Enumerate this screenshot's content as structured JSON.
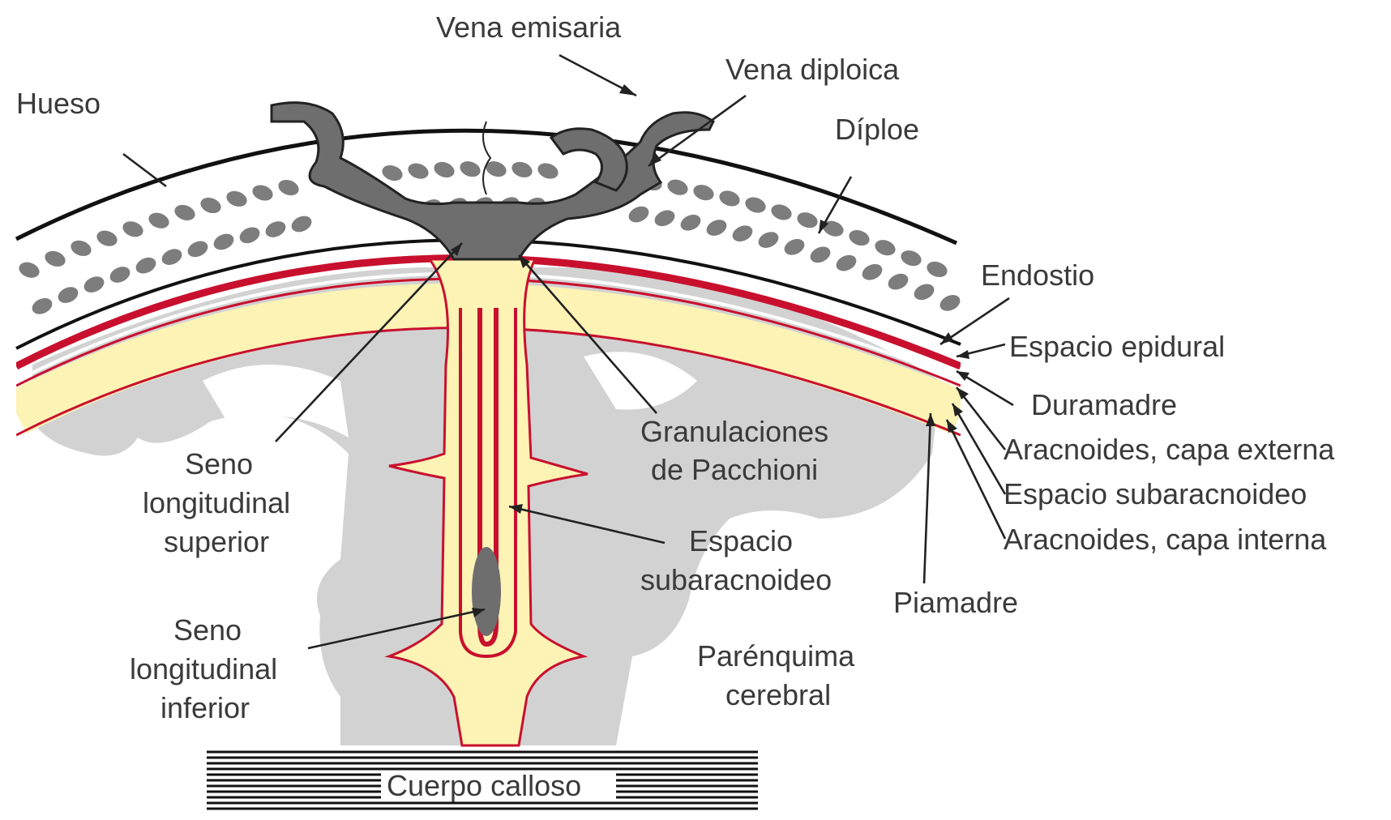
{
  "labels": {
    "vena_emisaria": "Vena emisaria",
    "vena_diploica": "Vena diploica",
    "hueso": "Hueso",
    "diploe": "Díploe",
    "endostio": "Endostio",
    "espacio_epidural": "Espacio epidural",
    "duramadre": "Duramadre",
    "aracnoides_externa": "Aracnoides, capa externa",
    "espacio_subaracnoideo_right": "Espacio subaracnoideo",
    "aracnoides_interna": "Aracnoides, capa interna",
    "piamadre": "Piamadre",
    "granulaciones": [
      "Granulaciones",
      "de Pacchioni"
    ],
    "seno_superior": [
      "Seno",
      "longitudinal",
      "superior"
    ],
    "espacio_subaracnoideo_center": [
      "Espacio",
      "subaracnoideo"
    ],
    "seno_inferior": [
      "Seno",
      "longitudinal",
      "inferior"
    ],
    "parenquima": [
      "Parénquima",
      "cerebral"
    ],
    "cuerpo_calloso": "Cuerpo calloso"
  },
  "colors": {
    "bone_line": "#111111",
    "diploe_dots": "#7d7d7d",
    "sinus": "#6e6e6e",
    "dura_red": "#c8102e",
    "subarachnoid": "#fdf3b4",
    "parenchyma": "#d2d2d2",
    "label_text": "#3a3a3a"
  }
}
